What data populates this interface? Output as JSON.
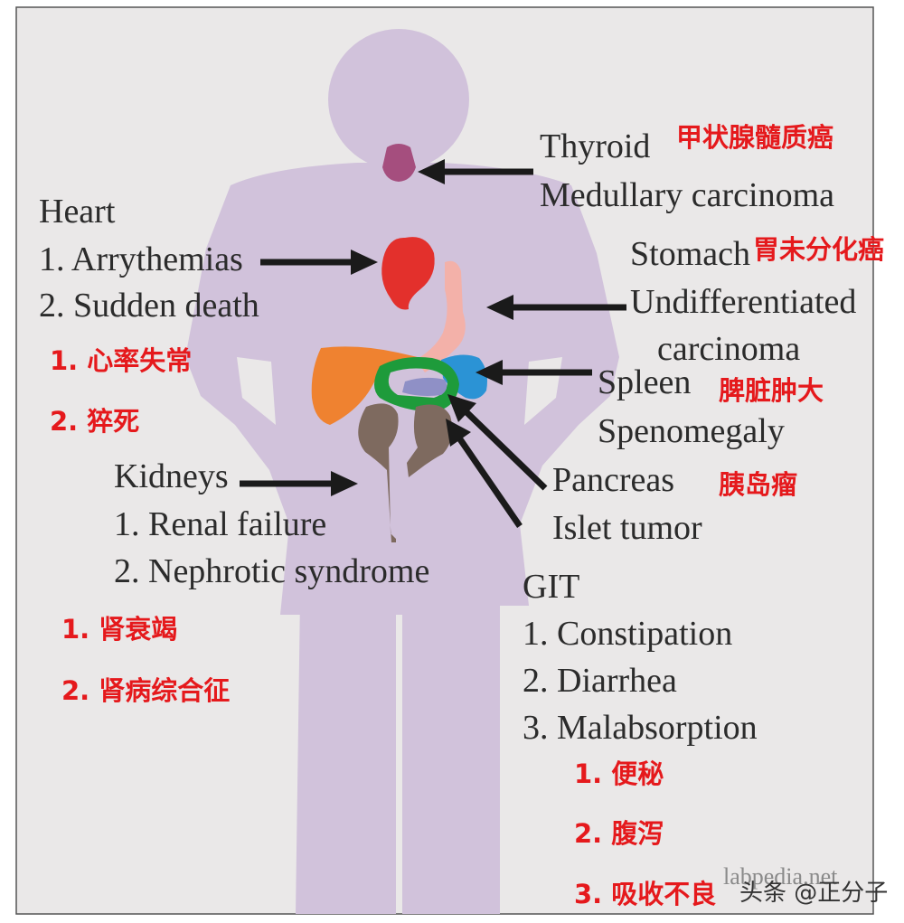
{
  "colors": {
    "background_panel": "#eae8e8",
    "body_silhouette": "#d1c2db",
    "thyroid": "#a54e7e",
    "heart": "#e3302c",
    "stomach": "#f3b1a9",
    "liver": "#ef8230",
    "spleen": "#2b93d5",
    "pancreas_ring": "#1e9b3b",
    "islet": "#8f90c6",
    "kidneys": "#7e6a5f",
    "arrows": "#1a1a1a",
    "chinese_text": "#e5191c"
  },
  "thyroid": {
    "title": "Thyroid",
    "finding": "Medullary carcinoma",
    "cn": "甲状腺髓质癌"
  },
  "heart": {
    "title": "Heart",
    "item1": "1. Arrythemias",
    "item2": "2. Sudden death",
    "cn1": "1.   心率失常",
    "cn2": "2.   猝死"
  },
  "stomach": {
    "title": "Stomach",
    "finding_line1": "Undifferentiated",
    "finding_line2": "carcinoma",
    "cn": "胃未分化癌"
  },
  "spleen": {
    "title": "Spleen",
    "finding": "Spenomegaly",
    "cn": "脾脏肿大"
  },
  "pancreas": {
    "title": "Pancreas",
    "finding": "Islet tumor",
    "cn": "胰岛瘤"
  },
  "kidneys": {
    "title": "Kidneys",
    "item1": "1. Renal failure",
    "item2": "2. Nephrotic syndrome",
    "cn1": "1.   肾衰竭",
    "cn2": "2.   肾病综合征"
  },
  "git": {
    "title": "GIT",
    "item1": "1. Constipation",
    "item2": "2. Diarrhea",
    "item3": "3. Malabsorption",
    "cn1": "1.   便秘",
    "cn2": "2.   腹泻",
    "cn3": "3.   吸收不良"
  },
  "watermarks": {
    "source": "labpedia.net",
    "credit": "头条 @正分子"
  }
}
